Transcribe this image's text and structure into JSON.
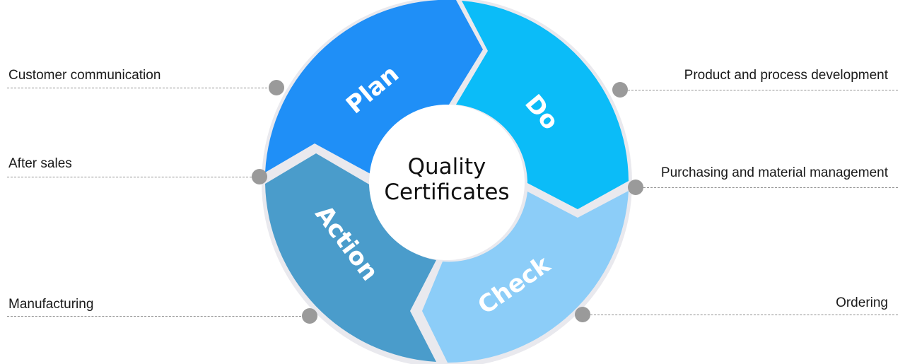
{
  "center": {
    "line1": "Quality",
    "line2": "Certificates"
  },
  "phases": {
    "plan": {
      "label": "Plan",
      "color": "#1f8ff7"
    },
    "do": {
      "label": "Do",
      "color": "#0bbcf8"
    },
    "check": {
      "label": "Check",
      "color": "#8ccdf8"
    },
    "action": {
      "label": "Action",
      "color": "#4a9ccb"
    }
  },
  "callouts": {
    "left": [
      "Customer communication",
      "After sales",
      "Manufacturing"
    ],
    "right": [
      "Product and process development",
      "Purchasing and material management",
      "Ordering"
    ]
  },
  "colors": {
    "leader_dot": "#9a9a9a",
    "ring_gap": "#e9e9ee"
  }
}
